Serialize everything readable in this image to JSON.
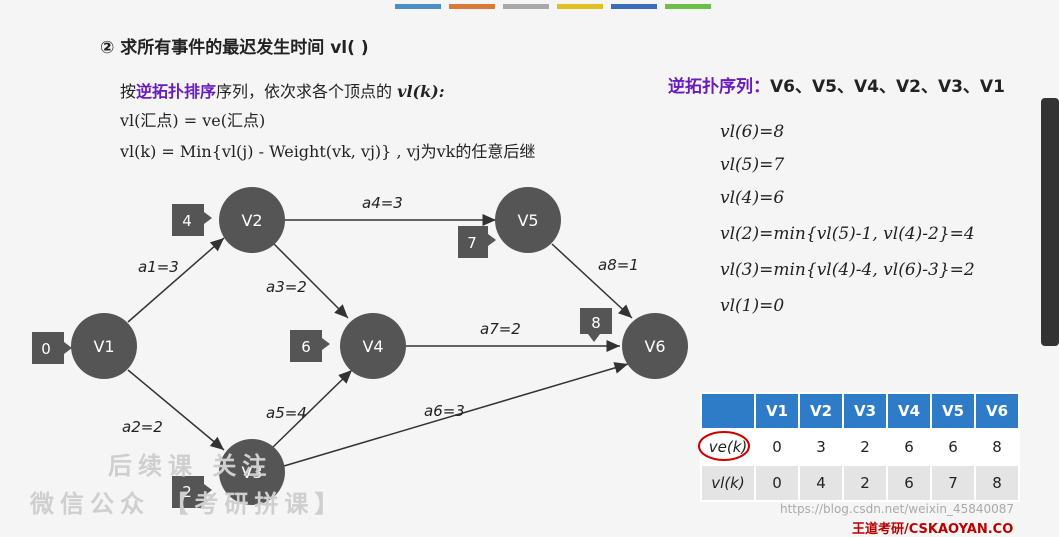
{
  "heading": "② 求所有事件的最迟发生时间 vl( )",
  "intro": {
    "pre": "按",
    "em": "逆拓扑排序",
    "post": "序列，依次求各个顶点的",
    "fn": "vl(k):"
  },
  "rule1": "vl(汇点) = ve(汇点)",
  "rule2": "vl(k) = Min{vl(j) - Weight(vk, vj)} , vj为vk的任意后继",
  "sequence": {
    "label": "逆拓扑序列：",
    "value": "V6、V5、V4、V2、V3、V1"
  },
  "formulas": [
    "vl(6)=8",
    "vl(5)=7",
    "vl(4)=6",
    "vl(2)=min{vl(5)-1, vl(4)-2}=4",
    "vl(3)=min{vl(4)-4, vl(6)-3}=2",
    "vl(1)=0"
  ],
  "graph": {
    "nodes": [
      {
        "id": "V1",
        "value": "0"
      },
      {
        "id": "V2",
        "value": "4"
      },
      {
        "id": "V3",
        "value": "2"
      },
      {
        "id": "V4",
        "value": "6"
      },
      {
        "id": "V5",
        "value": "7"
      },
      {
        "id": "V6",
        "value": "8"
      }
    ],
    "edges": [
      {
        "from": "V1",
        "to": "V2",
        "label": "a1=3"
      },
      {
        "from": "V1",
        "to": "V3",
        "label": "a2=2"
      },
      {
        "from": "V2",
        "to": "V4",
        "label": "a3=2"
      },
      {
        "from": "V2",
        "to": "V5",
        "label": "a4=3"
      },
      {
        "from": "V3",
        "to": "V4",
        "label": "a5=4"
      },
      {
        "from": "V3",
        "to": "V6",
        "label": "a6=3"
      },
      {
        "from": "V4",
        "to": "V6",
        "label": "a7=2"
      },
      {
        "from": "V5",
        "to": "V6",
        "label": "a8=1"
      }
    ]
  },
  "table": {
    "header": [
      "",
      "V1",
      "V2",
      "V3",
      "V4",
      "V5",
      "V6"
    ],
    "rows": [
      {
        "label": "ve(k)",
        "values": [
          "0",
          "3",
          "2",
          "6",
          "6",
          "8"
        ]
      },
      {
        "label": "vl(k)",
        "values": [
          "0",
          "4",
          "2",
          "6",
          "7",
          "8"
        ]
      }
    ]
  },
  "watermark": {
    "line1": "后续课   关注",
    "line2": "微信公众   【考研拼课】"
  },
  "url": "https://blog.csdn.net/weixin_45840087",
  "brand": "王道考研/CSKAOYAN.CO",
  "colors": {
    "node": "#555555",
    "accent": "#6a1bbf",
    "table_head": "#2e7cc7"
  }
}
